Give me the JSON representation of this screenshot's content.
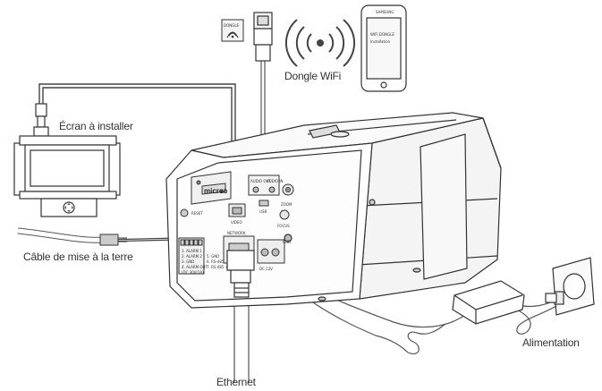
{
  "labels": {
    "wifi_dongle": "Dongle WiFi",
    "monitor": "Écran à installer",
    "ground_cable": "Câble de mise à la terre",
    "power": "Alimentation",
    "ethernet": "Ethernet"
  },
  "panel": {
    "micro_logo": "micro",
    "micro_sd": "SD",
    "reset": "RESET",
    "video": "VIDEO",
    "audio_out": "AUDIO OUT",
    "audio_in": "AUDIO IN",
    "usb": "USB",
    "zoom": "ZOOM",
    "focus": "FOCUS",
    "network": "NETWORK",
    "dc12v": "DC 12V",
    "gnd": "GND",
    "terminal_left": [
      "1. ALARM 1",
      "2. ALARM 2",
      "3. GND",
      "4. ALARM OUT",
      "(DC 30V/1A)"
    ],
    "terminal_right": [
      "5. GND",
      "6. RS-485 -",
      "7. RS-485 +"
    ]
  },
  "phone": {
    "header": "SAMSUNG",
    "line1": "WIFI DONGLE",
    "line2": "Installation"
  },
  "wifi_badge": {
    "label": "DONGLE"
  }
}
